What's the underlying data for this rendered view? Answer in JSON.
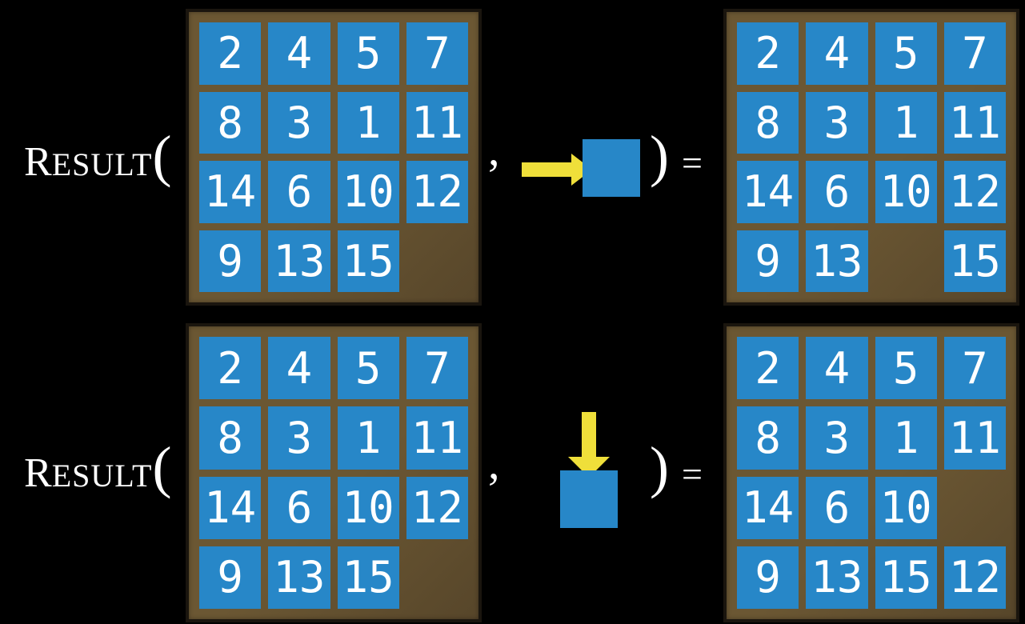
{
  "colors": {
    "background": "#000000",
    "board_face": "#6B5733",
    "board_face_shadow": "#57462A",
    "board_border": "#1A150E",
    "tile": "#2787C8",
    "tile_text": "#FFFFFF",
    "arrow": "#EFDF3A",
    "formula_text": "#FFFFFF"
  },
  "formula": {
    "function_initial": "R",
    "function_rest": "ESULT",
    "open_paren": "(",
    "comma": ",",
    "close_paren": ")",
    "equals": "="
  },
  "rows": [
    {
      "action_direction": "right",
      "input_board": {
        "grid": [
          [
            "2",
            "4",
            "5",
            "7"
          ],
          [
            "8",
            "3",
            "1",
            "11"
          ],
          [
            "14",
            "6",
            "10",
            "12"
          ],
          [
            "9",
            "13",
            "15",
            ""
          ]
        ]
      },
      "output_board": {
        "grid": [
          [
            "2",
            "4",
            "5",
            "7"
          ],
          [
            "8",
            "3",
            "1",
            "11"
          ],
          [
            "14",
            "6",
            "10",
            "12"
          ],
          [
            "9",
            "13",
            "",
            "15"
          ]
        ]
      }
    },
    {
      "action_direction": "down",
      "input_board": {
        "grid": [
          [
            "2",
            "4",
            "5",
            "7"
          ],
          [
            "8",
            "3",
            "1",
            "11"
          ],
          [
            "14",
            "6",
            "10",
            "12"
          ],
          [
            "9",
            "13",
            "15",
            ""
          ]
        ]
      },
      "output_board": {
        "grid": [
          [
            "2",
            "4",
            "5",
            "7"
          ],
          [
            "8",
            "3",
            "1",
            "11"
          ],
          [
            "14",
            "6",
            "10",
            ""
          ],
          [
            "9",
            "13",
            "15",
            "12"
          ]
        ]
      }
    }
  ]
}
